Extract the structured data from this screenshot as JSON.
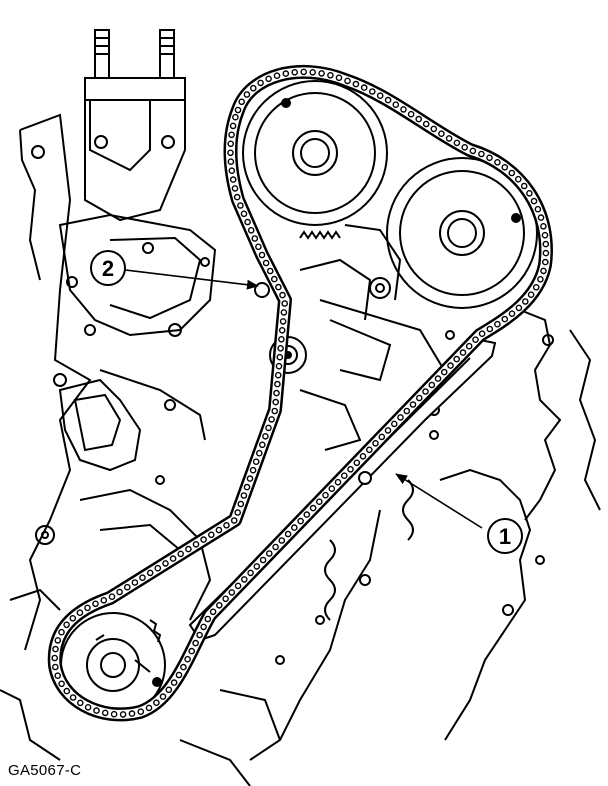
{
  "figure_code": "GA5067-C",
  "callouts": [
    {
      "number": "2",
      "target": "timing-chain-upper-left-run"
    },
    {
      "number": "1",
      "target": "chain-tensioner-arm"
    }
  ],
  "line_color": "#000000",
  "background_color": "#ffffff"
}
